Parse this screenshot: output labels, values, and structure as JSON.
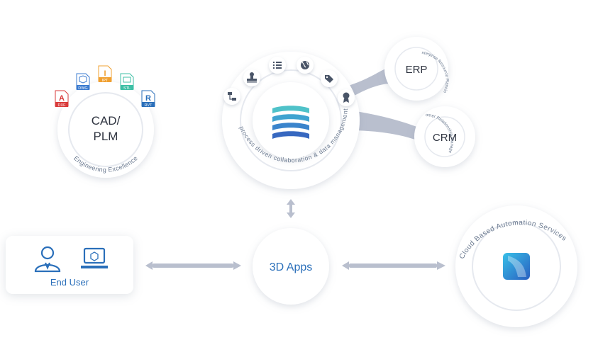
{
  "cad": {
    "title_line1": "CAD/",
    "title_line2": "PLM",
    "ring_label": "Engineering Excellence",
    "file_types": [
      "DXF",
      "DWG",
      "IPT",
      "STL",
      "RVT"
    ]
  },
  "center": {
    "ring_label": "process driven collaboration & data management",
    "icons": [
      "workflow-icon",
      "stamp-icon",
      "list-icon",
      "globe-icon",
      "tag-icon",
      "certificate-icon"
    ]
  },
  "erp": {
    "title": "ERP",
    "ring_label": "Enterprise Resource Planning"
  },
  "crm": {
    "title": "CRM",
    "ring_label": "Customer Relationship Management"
  },
  "apps": {
    "title": "3D Apps"
  },
  "end_user": {
    "label": "End User"
  },
  "cloud": {
    "ring_label": "Cloud Based Automation Services"
  },
  "colors": {
    "blue": "#2a6fba",
    "red": "#d93a3a",
    "orange": "#f0a030",
    "teal": "#3dbfa5",
    "connector": "#b9bfce",
    "ring_text": "#6b7a90"
  }
}
